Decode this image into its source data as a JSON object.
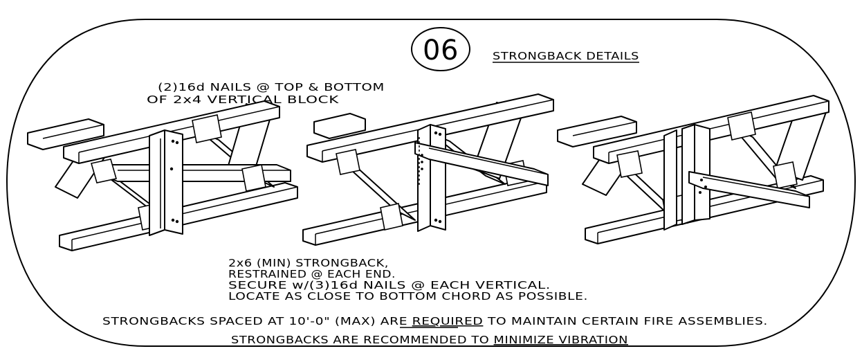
{
  "detail": {
    "number": "06",
    "title": "STRONGBACK DETAILS"
  },
  "notes": {
    "nails_line1": "(2)16d NAILS @ TOP & BOTTOM",
    "nails_line2": "OF 2x4 VERTICAL BLOCK",
    "strongback_line1": "2x6 (MIN) STRONGBACK,",
    "strongback_line2": "RESTRAINED @ EACH END.",
    "strongback_line3": "SECURE w/(3)16d NAILS @ EACH VERTICAL.",
    "strongback_line4": "LOCATE AS CLOSE TO BOTTOM CHORD AS POSSIBLE."
  },
  "footer": {
    "line1_prefix": "STRONGBACKS SPACED AT 10'-0\" (MAX) ARE ",
    "line1_emphasis": "REQUIRED",
    "line1_suffix": " TO MAINTAIN CERTAIN FIRE ASSEMBLIES.",
    "line2_prefix": "STRONGBACKS ARE RECOMMENDED TO ",
    "line2_emphasis": "MINIMIZE VIBRATION"
  }
}
